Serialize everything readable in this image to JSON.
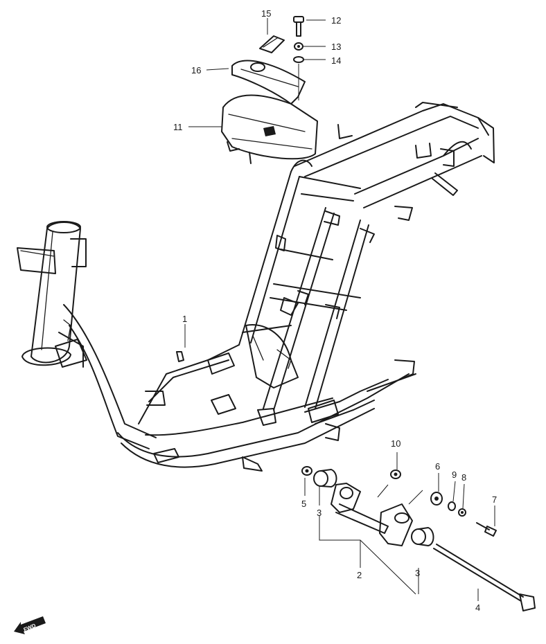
{
  "callouts": {
    "c1": "1",
    "c2": "2",
    "c3a": "3",
    "c3b": "3",
    "c4": "4",
    "c5": "5",
    "c6": "6",
    "c7": "7",
    "c8": "8",
    "c9": "9",
    "c10": "10",
    "c11": "11",
    "c12": "12",
    "c13": "13",
    "c14": "14",
    "c15": "15",
    "c16": "16"
  },
  "fwd_label": "FWD"
}
